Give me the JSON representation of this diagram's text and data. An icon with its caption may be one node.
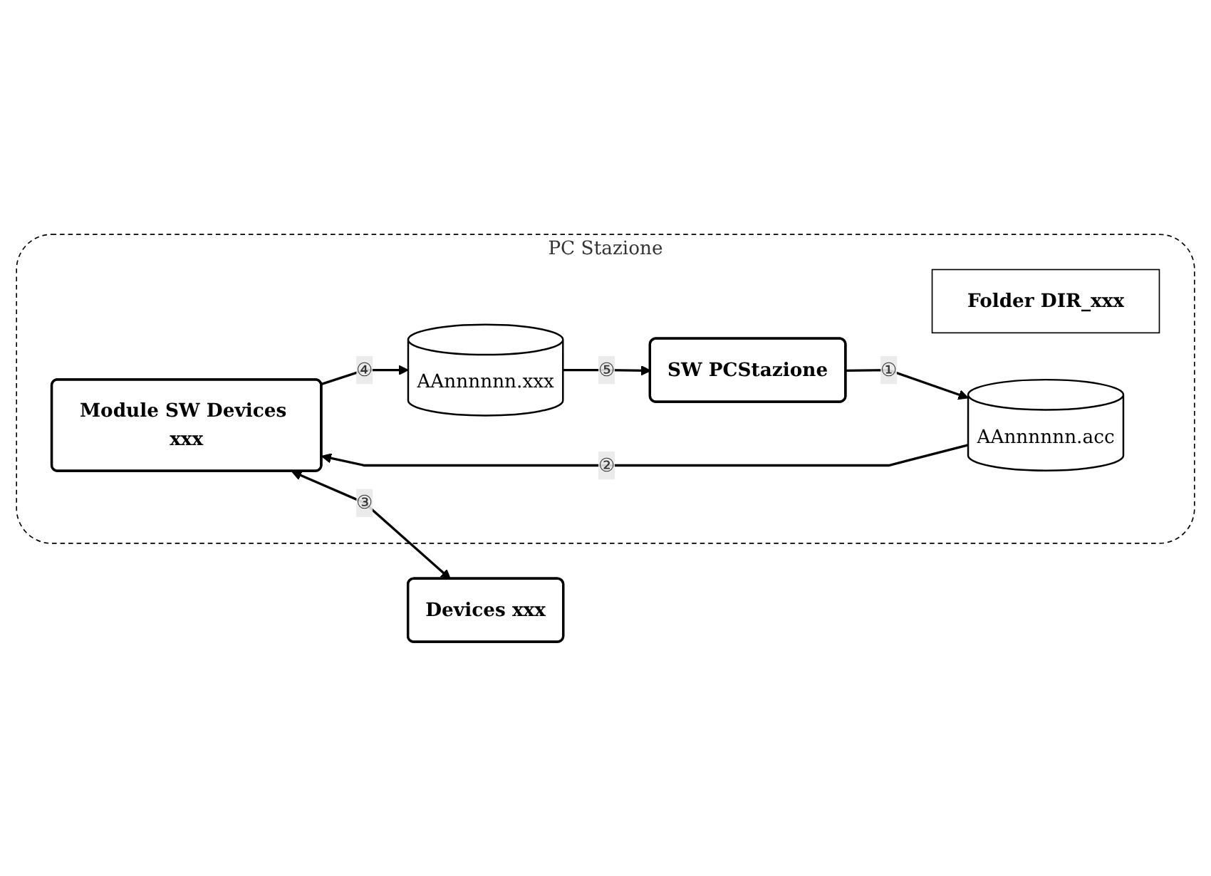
{
  "diagram": {
    "nodes": [
      {
        "text": [
          "PC Stazione"
        ]
      },
      {
        "text": [
          "Folder DIR_xxx"
        ],
        "in": 0
      },
      {
        "text": [
          "Module SW Devices xxx"
        ],
        "in": 0
      },
      {
        "text": [
          "AAnnnnnn.acc"
        ],
        "in": 0
      },
      {
        "text": [
          "SW PCStazione"
        ],
        "in": 0
      },
      {
        "text": [
          "AAnnnnnn.xxx"
        ],
        "in": 0
      },
      {
        "text": [
          "Devices xxx"
        ]
      }
    ],
    "edges": [
      {
        "from": 4,
        "to": 3,
        "arrow": "to",
        "label": "①"
      },
      {
        "from": 3,
        "to": 2,
        "arrow": "to",
        "label": "②"
      },
      {
        "from": 2,
        "to": 6,
        "arrow": "both",
        "label": "③"
      },
      {
        "from": 2,
        "to": 5,
        "arrow": "to",
        "label": "④"
      },
      {
        "from": 5,
        "to": 4,
        "arrow": "to",
        "label": "⑤"
      }
    ]
  }
}
